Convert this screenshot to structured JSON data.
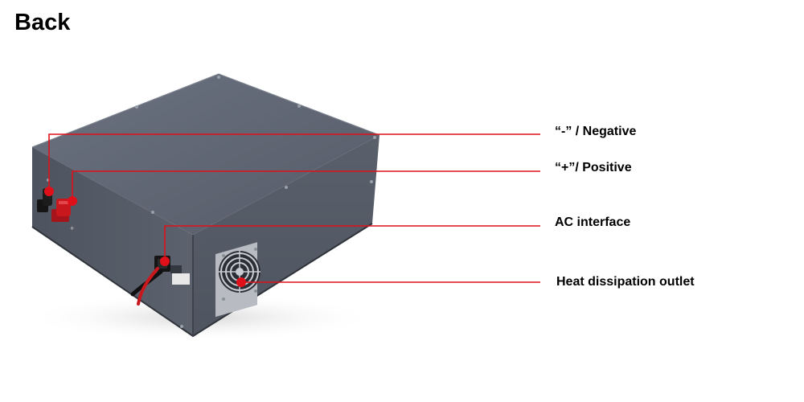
{
  "title": "Back",
  "callouts": {
    "negative": "“-” / Negative",
    "positive": "“+”/ Positive",
    "ac_interface": "AC interface",
    "heat_outlet": "Heat dissipation outlet"
  },
  "colors": {
    "callout_line": "#e0101a",
    "callout_dot": "#e0101a",
    "device_top": "#5f6672",
    "device_side": "#545a66",
    "device_front": "#4a505b",
    "terminal_positive": "#c8181e",
    "terminal_negative": "#151515",
    "label_text": "#000000"
  }
}
